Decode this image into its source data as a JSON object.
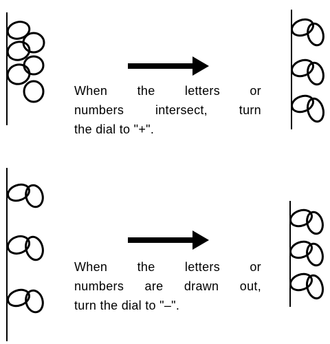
{
  "panels": [
    {
      "caption": {
        "line1": [
          "When",
          "the",
          "letters",
          "or"
        ],
        "line2": [
          "numbers",
          "intersect,",
          "turn"
        ],
        "line3": "the dial to \"+\"."
      }
    },
    {
      "caption": {
        "line1": [
          "When",
          "the",
          "letters",
          "or"
        ],
        "line2": [
          "numbers",
          "are",
          "drawn",
          "out,"
        ],
        "line3": "turn the dial to \"–\"."
      }
    }
  ],
  "colors": {
    "ink": "#000000",
    "background": "#ffffff"
  }
}
